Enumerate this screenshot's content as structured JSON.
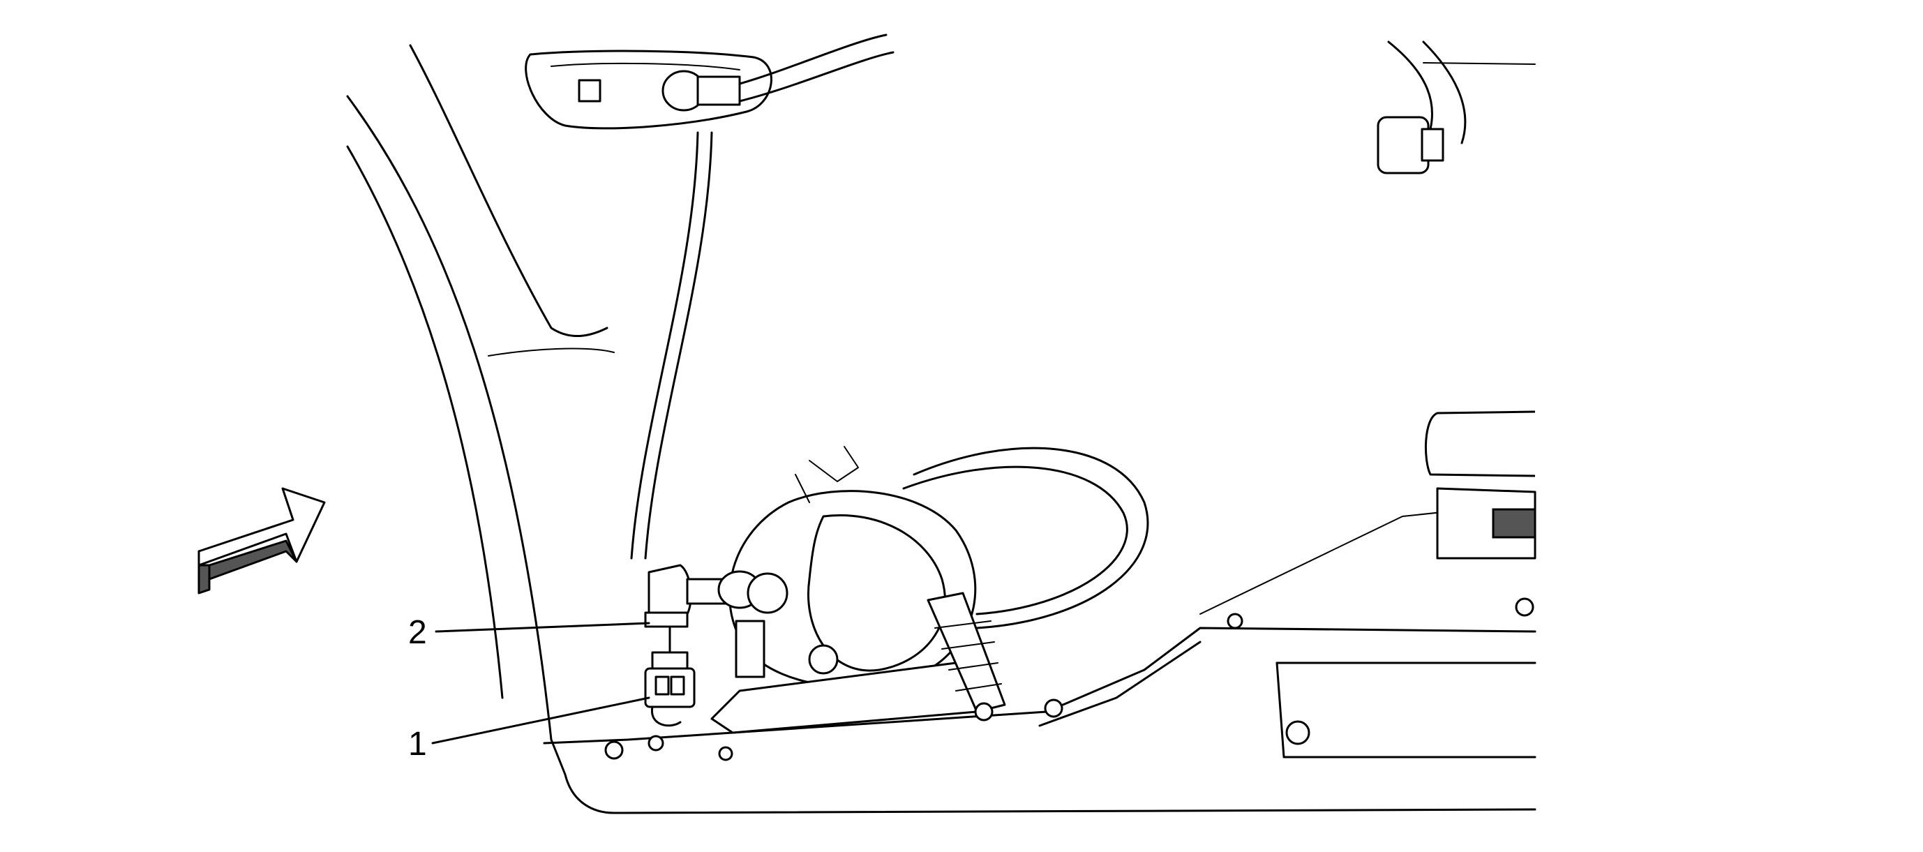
{
  "callouts": [
    {
      "id": "1",
      "label": "1"
    },
    {
      "id": "2",
      "label": "2"
    }
  ],
  "icons": {
    "direction_arrow": "view-direction-arrow-icon"
  }
}
